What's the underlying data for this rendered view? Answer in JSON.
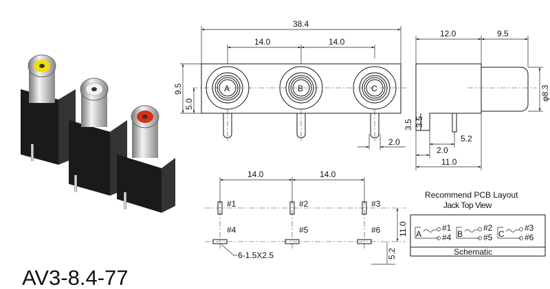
{
  "product": {
    "model": "AV3-8.4-77"
  },
  "jacks": [
    {
      "letter": "A",
      "color": "#f0e000"
    },
    {
      "letter": "B",
      "color": "#f4f4f4"
    },
    {
      "letter": "C",
      "color": "#d83010"
    }
  ],
  "front_view": {
    "overall_width": "38.4",
    "pitch_1": "14.0",
    "pitch_2": "14.0",
    "height": "9.5",
    "center_height": "5.0",
    "pin_length": "3.5",
    "pin_offset": "2.0"
  },
  "side_view": {
    "body_depth": "12.0",
    "barrel_length": "9.5",
    "barrel_diameter": "φ8.3",
    "pin_length": "3.5",
    "pin_spacing": "5.2",
    "pin_offset": "2.0",
    "footprint_depth": "11.0"
  },
  "pcb_layout": {
    "pitch_1": "14.0",
    "pitch_2": "14.0",
    "row_spacing": "11.0",
    "edge_offset": "5.2",
    "hole_spec": "6-1.5X2.5",
    "pads": [
      "#1",
      "#2",
      "#3",
      "#4",
      "#5",
      "#6"
    ]
  },
  "schematic": {
    "title_line1": "Recommend PCB Layout",
    "title_line2": "Jack Top View",
    "label": "Schematic",
    "groups": [
      {
        "jack": "A",
        "pins": [
          "#1",
          "#4"
        ]
      },
      {
        "jack": "B",
        "pins": [
          "#2",
          "#5"
        ]
      },
      {
        "jack": "C",
        "pins": [
          "#3",
          "#6"
        ]
      }
    ]
  }
}
